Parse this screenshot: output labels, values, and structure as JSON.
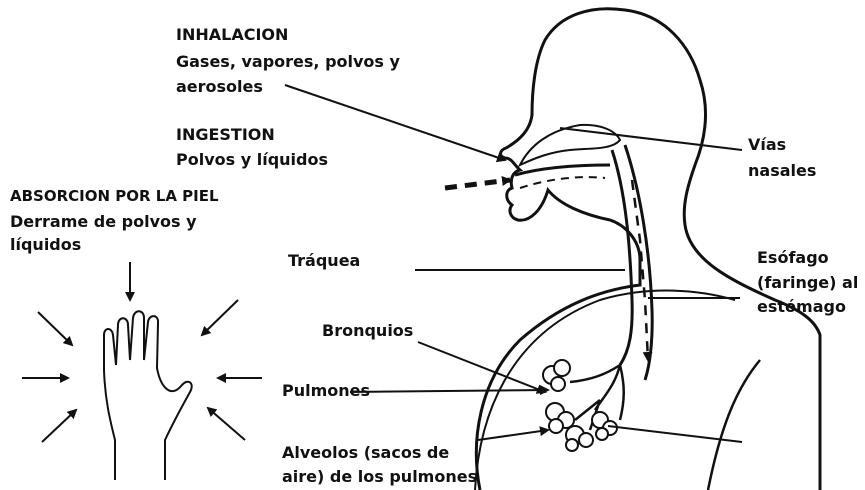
{
  "inhalation": {
    "title": "INHALACION",
    "line1": "Gases, vapores, polvos y",
    "line2": "aerosoles"
  },
  "ingestion": {
    "title": "INGESTION",
    "line1": "Polvos y líquidos"
  },
  "skin": {
    "title": "ABSORCION POR LA PIEL",
    "line1": "Derrame de polvos y",
    "line2": "líquidos"
  },
  "labels": {
    "nasal_1": "Vías",
    "nasal_2": "nasales",
    "trachea": "Tráquea",
    "esophagus_1": "Esófago",
    "esophagus_2": "(faringe) al",
    "esophagus_3": "estómago",
    "bronchi": "Bronquios",
    "lungs": "Pulmones",
    "alveoli_1": "Alveolos (sacos de",
    "alveoli_2": "aire) de los pulmones"
  }
}
